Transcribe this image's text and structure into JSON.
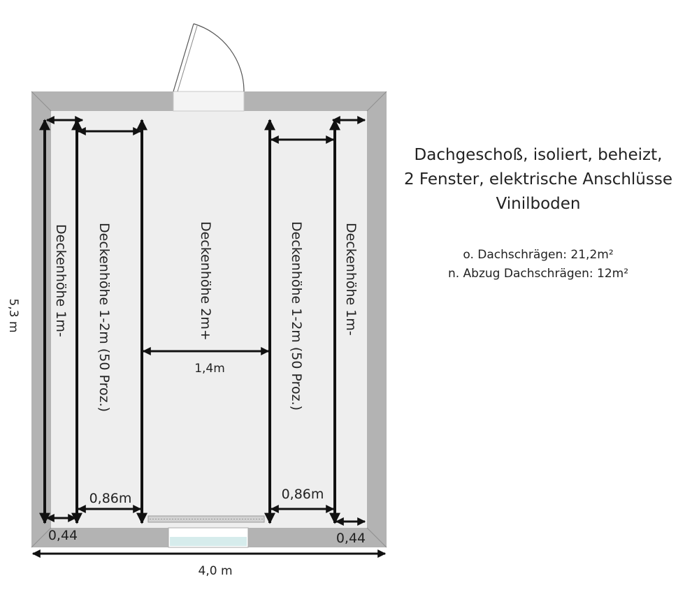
{
  "description": {
    "line1": "Dachgeschoß, isoliert, beheizt,",
    "line2": "2 Fenster, elektrische Anschlüsse",
    "line3": "Vinilboden",
    "area_with_slopes": "o. Dachschrägen: 21,2m²",
    "area_minus_slopes": "n. Abzug Dachschrägen: 12m²"
  },
  "dimensions": {
    "width_total": "4,0 m",
    "height_total": "5,3 m",
    "center_width": "1,4m",
    "mid_left_width": "0,86m",
    "mid_right_width": "0,86m",
    "edge_left_width": "0,44",
    "edge_right_width": "0,44"
  },
  "zones": {
    "edge_left": "Deckenhöhe 1m-",
    "mid_left": "Deckenhöhe 1-2m (50 Proz.)",
    "center": "Deckenhöhe 2m+",
    "mid_right": "Deckenhöhe 1-2m (50 Proz.)",
    "edge_right": "Deckenhöhe 1m-"
  },
  "colors": {
    "wall": "#b3b3b3",
    "floor": "#eeeeee",
    "window_glass": "#d6ecec",
    "arrow": "#111111"
  }
}
